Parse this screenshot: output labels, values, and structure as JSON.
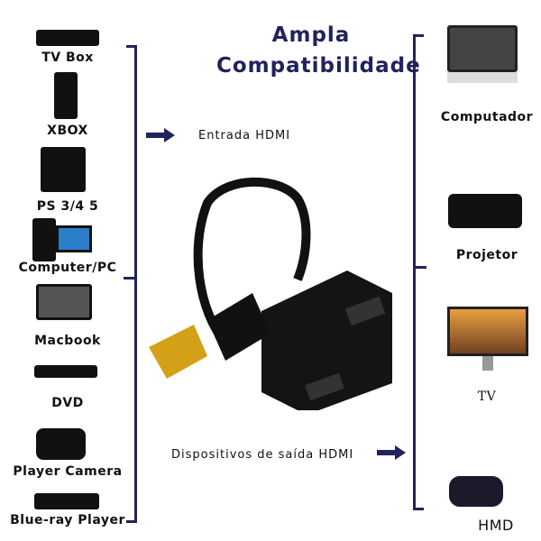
{
  "title": {
    "line1": "Ampla",
    "line2": "Compatibilidade"
  },
  "input_label": "Entrada HDMI",
  "output_label": "Dispositivos de saída HDMI",
  "colors": {
    "accent": "#22225e"
  },
  "sources": [
    "TV Box",
    "XBOX",
    "PS 3/4 5",
    "Computer/PC",
    "Macbook",
    "DVD",
    "Player Camera",
    "Blue-ray Player"
  ],
  "outputs": [
    "Computador",
    "Projetor",
    "TV",
    "HMD"
  ]
}
